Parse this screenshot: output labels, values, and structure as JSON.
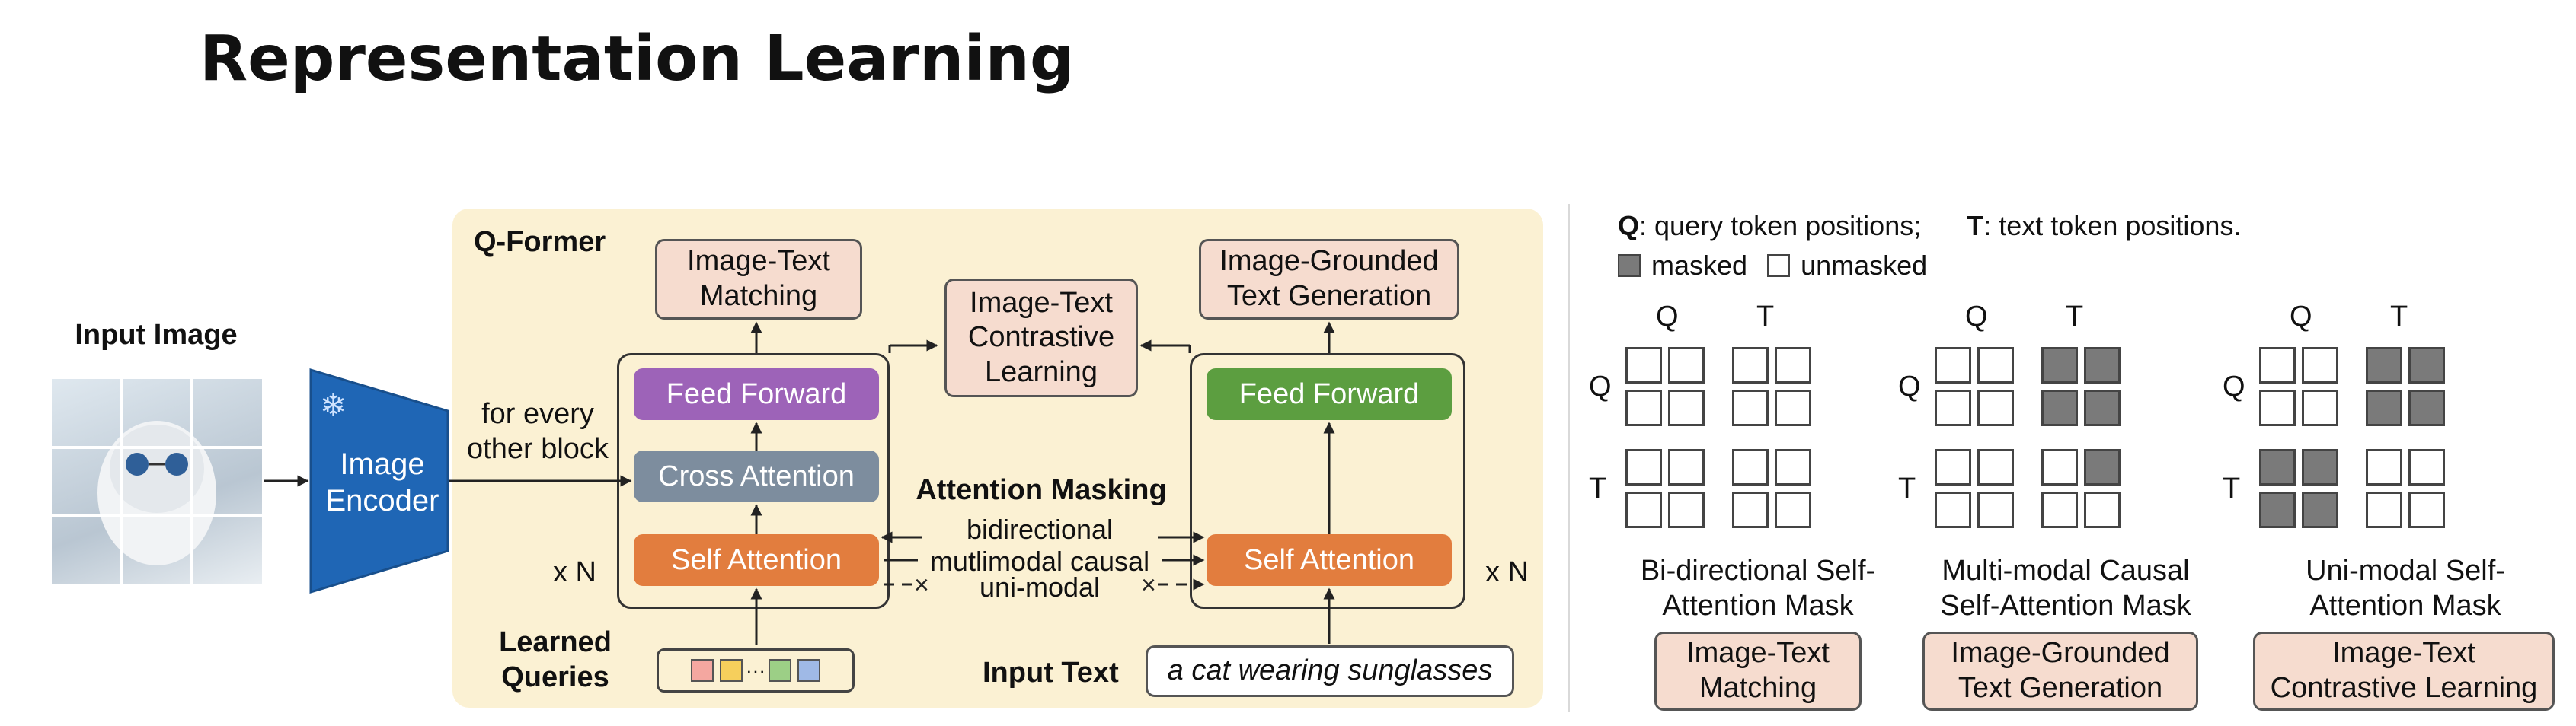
{
  "title": "Representation Learning",
  "input_image_label": "Input Image",
  "image_encoder_label": "Image Encoder",
  "frozen_icon": "snowflake-icon",
  "for_every_label": "for every other block",
  "qformer_label": "Q-Former",
  "itm_label": "Image-Text Matching",
  "itc_label": "Image-Text Contrastive Learning",
  "itg_label": "Image-Grounded Text Generation",
  "left_stack": {
    "ff": "Feed Forward",
    "ca": "Cross Attention",
    "sa": "Self Attention",
    "repeat": "x N"
  },
  "right_stack": {
    "ff": "Feed Forward",
    "sa": "Self Attention",
    "repeat": "x N"
  },
  "attention_masking_label": "Attention Masking",
  "mask_modes": [
    "bidirectional",
    "mutlimodal causal",
    "uni-modal"
  ],
  "learned_queries_label": "Learned Queries",
  "query_token_colors": [
    "#f4a7a0",
    "#f6cf5c",
    "#9ccf86",
    "#9fb9e6"
  ],
  "query_ellipsis": "···",
  "input_text_label": "Input Text",
  "input_text_value": "a cat wearing sunglasses",
  "legend": {
    "q_key": "Q",
    "q_desc": ": query token positions;",
    "t_key": "T",
    "t_desc": ": text token positions.",
    "masked": "masked",
    "unmasked": "unmasked"
  },
  "masks": [
    {
      "caption": "Bi-directional Self-Attention Mask",
      "task": "Image-Text Matching",
      "grid": [
        [
          0,
          0,
          0,
          0
        ],
        [
          0,
          0,
          0,
          0
        ],
        [
          0,
          0,
          0,
          0
        ],
        [
          0,
          0,
          0,
          0
        ]
      ]
    },
    {
      "caption": "Multi-modal Causal Self-Attention Mask",
      "task": "Image-Grounded Text Generation",
      "grid": [
        [
          0,
          0,
          1,
          1
        ],
        [
          0,
          0,
          1,
          1
        ],
        [
          0,
          0,
          0,
          1
        ],
        [
          0,
          0,
          0,
          0
        ]
      ]
    },
    {
      "caption": "Uni-modal Self-Attention Mask",
      "task": "Image-Text Contrastive Learning",
      "grid": [
        [
          0,
          0,
          1,
          1
        ],
        [
          0,
          0,
          1,
          1
        ],
        [
          1,
          1,
          0,
          0
        ],
        [
          1,
          1,
          0,
          0
        ]
      ]
    }
  ],
  "axis_q": "Q",
  "axis_t": "T",
  "colors": {
    "ff_purple": "#9d63b8",
    "ca_gray": "#7d8d9e",
    "sa_orange": "#e27d3e",
    "ff_green": "#5c9e40",
    "encoder_blue": "#1f66b5"
  }
}
